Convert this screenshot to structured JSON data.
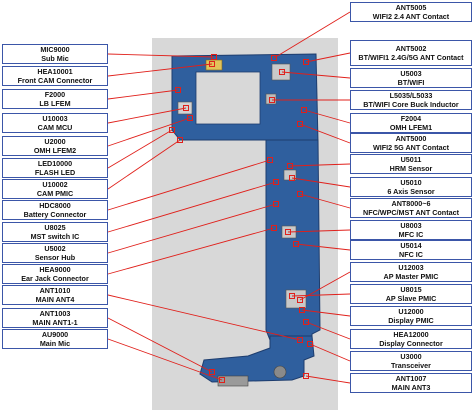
{
  "labels_left": [
    {
      "ref": "MIC9000",
      "desc": "Sub Mic"
    },
    {
      "ref": "HEA10001",
      "desc": "Front CAM Connector"
    },
    {
      "ref": "F2000",
      "desc": "LB LFEM"
    },
    {
      "ref": "U10003",
      "desc": "CAM MCU"
    },
    {
      "ref": "U2000",
      "desc": "OMH LFEM2"
    },
    {
      "ref": "LED10000",
      "desc": "FLASH LED"
    },
    {
      "ref": "U10002",
      "desc": "CAM PMIC"
    },
    {
      "ref": "HDC8000",
      "desc": "Battery Connector"
    },
    {
      "ref": "U8025",
      "desc": "MST switch IC"
    },
    {
      "ref": "U5002",
      "desc": "Sensor Hub"
    },
    {
      "ref": "HEA9000",
      "desc": "Ear Jack Connector"
    },
    {
      "ref": "ANT1010",
      "desc": "MAIN ANT4"
    },
    {
      "ref": "ANT1003",
      "desc": "MAIN ANT1-1"
    },
    {
      "ref": "AU9000",
      "desc": "Main Mic"
    }
  ],
  "labels_right": [
    {
      "ref": "ANT5005",
      "desc": "WIFI2 2.4 ANT Contact"
    },
    {
      "ref": "ANT5002",
      "desc": "BT/WIFI1 2.4G/5G ANT Contact"
    },
    {
      "ref": "U5003",
      "desc": "BT/WIFI"
    },
    {
      "ref": "L5035/L5033",
      "desc": "BT/WIFI Core Buck Inductor"
    },
    {
      "ref": "F2004",
      "desc": "OMH LFEM1"
    },
    {
      "ref": "ANT5000",
      "desc": "WIFI2 5G ANT Contact"
    },
    {
      "ref": "U5011",
      "desc": "HRM Sensor"
    },
    {
      "ref": "U5010",
      "desc": "6 Axis Sensor"
    },
    {
      "ref": "ANT8000~6",
      "desc": "NFC/WPC/MST ANT Contact"
    },
    {
      "ref": "U8003",
      "desc": "MFC IC"
    },
    {
      "ref": "U5014",
      "desc": "NFC IC"
    },
    {
      "ref": "U12003",
      "desc": "AP Master PMIC"
    },
    {
      "ref": "U8015",
      "desc": "AP Slave PMIC"
    },
    {
      "ref": "U12000",
      "desc": "Display PMIC"
    },
    {
      "ref": "HEA12000",
      "desc": "Display Connector"
    },
    {
      "ref": "U3000",
      "desc": "Transceiver"
    },
    {
      "ref": "ANT1007",
      "desc": "MAIN ANT3"
    }
  ],
  "colors": {
    "border": "#3b56a8",
    "leader": "#e0201b",
    "board": "#2f5f9e",
    "photo_bg": "#d8d8d8"
  }
}
